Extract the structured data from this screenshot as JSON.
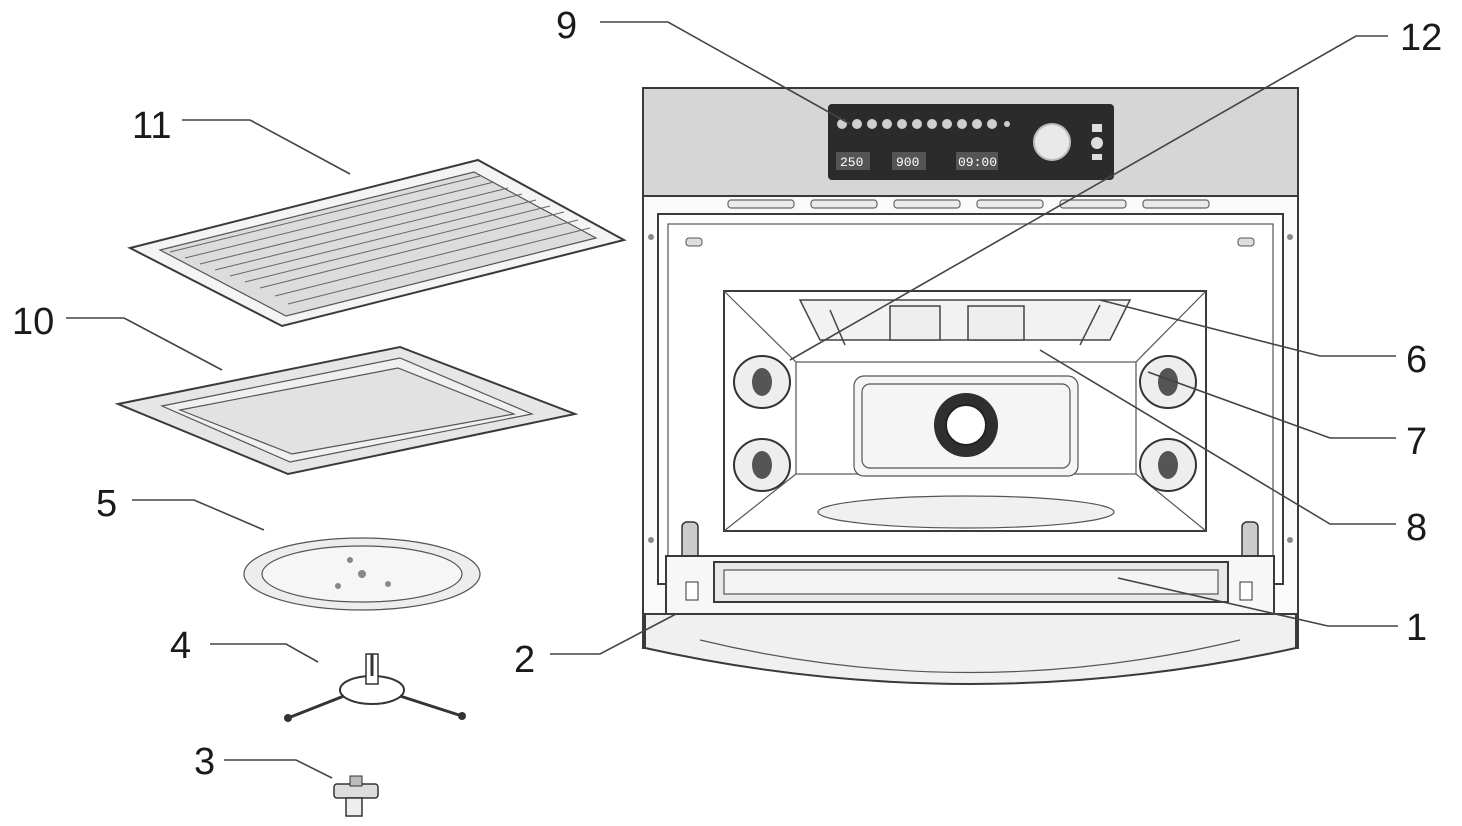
{
  "callouts": [
    {
      "id": "1",
      "label": "1"
    },
    {
      "id": "2",
      "label": "2"
    },
    {
      "id": "3",
      "label": "3"
    },
    {
      "id": "4",
      "label": "4"
    },
    {
      "id": "5",
      "label": "5"
    },
    {
      "id": "6",
      "label": "6"
    },
    {
      "id": "7",
      "label": "7"
    },
    {
      "id": "8",
      "label": "8"
    },
    {
      "id": "9",
      "label": "9"
    },
    {
      "id": "10",
      "label": "10"
    },
    {
      "id": "11",
      "label": "11"
    },
    {
      "id": "12",
      "label": "12"
    }
  ],
  "control_panel": {
    "display_temp": "250",
    "display_power": "900",
    "display_time": "09:00"
  },
  "colors": {
    "line": "#3a3a3a",
    "panel": "#2b2b2b",
    "band": "#d6d6d6",
    "tray": "#e6e6e6",
    "plate": "#ededed"
  }
}
